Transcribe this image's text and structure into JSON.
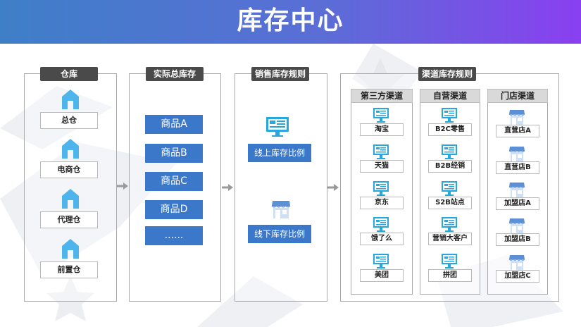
{
  "header": {
    "title": "库存中心"
  },
  "sections": {
    "warehouse": {
      "title": "仓库",
      "items": [
        "总仓",
        "电商仓",
        "代理仓",
        "前置仓"
      ]
    },
    "total": {
      "title": "实际总库存",
      "products": [
        "商品A",
        "商品B",
        "商品C",
        "商品D",
        "......"
      ]
    },
    "rules": {
      "title": "销售库存规则",
      "online": "线上库存比例",
      "offline": "线下库存比例"
    },
    "channels": {
      "title": "渠道库存规则",
      "third_party": {
        "title": "第三方渠道",
        "items": [
          "淘宝",
          "天猫",
          "京东",
          "饿了么",
          "美团"
        ]
      },
      "self_run": {
        "title": "自营渠道",
        "items": [
          "B2C零售",
          "B2B经销",
          "S2B站点",
          "营销大客户",
          "拼团"
        ]
      },
      "store": {
        "title": "门店渠道",
        "items": [
          "直营店A",
          "直营店B",
          "加盟店A",
          "加盟店B",
          "加盟店C"
        ]
      }
    }
  },
  "colors": {
    "header_start": "#3f7fc8",
    "header_end": "#8a3ff0",
    "accent": "#3b78c9",
    "icon": "#4db4ec",
    "tag": "#4a4a4a"
  },
  "icons": {
    "warehouse": "house-icon",
    "online": "monitor-icon",
    "offline": "storefront-icon"
  }
}
